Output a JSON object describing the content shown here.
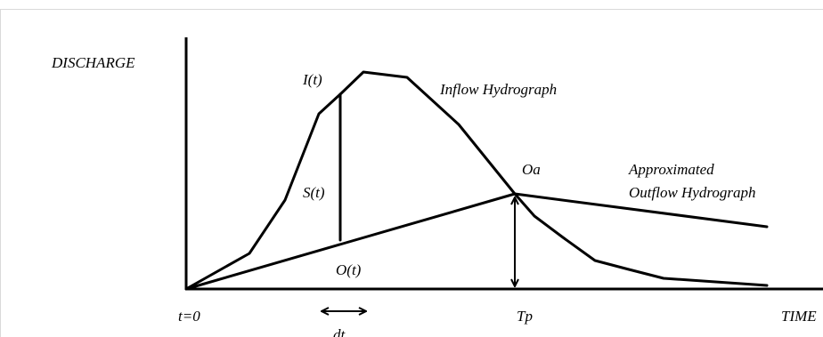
{
  "labels": {
    "ylabel": "DISCHARGE",
    "xlabel": "TIME",
    "inflow_at_t": "I(t)",
    "storage_at_t": "S(t)",
    "outflow_at_t": "O(t)",
    "inflow_hydrograph": "Inflow Hydrograph",
    "outflow_peak": "Oa",
    "approx_outflow_line1": "Approximated",
    "approx_outflow_line2": "Outflow Hydrograph",
    "time_origin": "t=0",
    "time_to_peak": "Tp",
    "time_step": "dt"
  },
  "colors": {
    "stroke": "#000000",
    "frame": "#d9d9d9",
    "background": "#ffffff"
  }
}
